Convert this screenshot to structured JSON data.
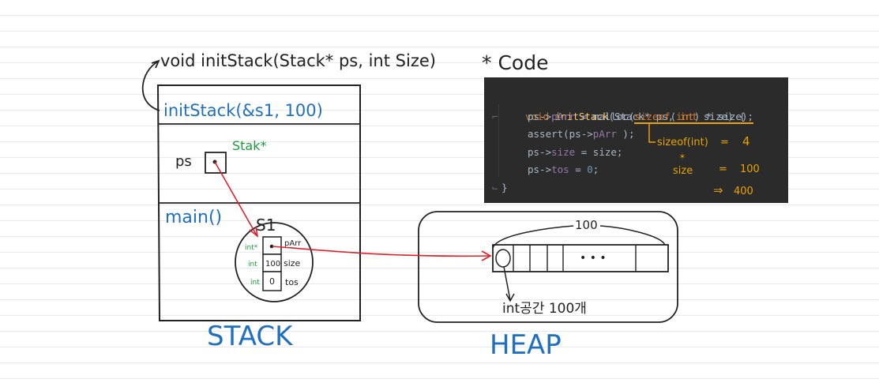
{
  "signature": "void initStack(Stack* ps, int Size)",
  "code_title": "* Code",
  "stack": {
    "frame_call": "initStack(&s1, 100)",
    "ps_label": "ps",
    "ps_type": "Stak*",
    "main_label": "main()",
    "s1_label": "S1",
    "fields": [
      {
        "type": "int*",
        "value": "",
        "name": "pArr"
      },
      {
        "type": "int",
        "value": "100",
        "name": "size"
      },
      {
        "type": "int",
        "value": "0",
        "name": "tos"
      }
    ],
    "caption": "STACK"
  },
  "heap": {
    "count_label": "100",
    "dots": "• • •",
    "note": "int공간 100개",
    "caption": "HEAP"
  },
  "code": {
    "line1_kw": "void",
    "line1_fn": "initStack",
    "line1_rest_a": "(Stack* ps, ",
    "line1_kw2": "int",
    "line1_rest_b": " size) {",
    "line2_a": "ps->",
    "line2_field": "pArr",
    "line2_b": " = malloc(",
    "line2_kw": "sizeof",
    "line2_c": "(",
    "line2_kw2": "int",
    "line2_d": ") * size);",
    "line3_a": "assert(ps->",
    "line3_field": "pArr",
    "line3_b": " );",
    "line4_a": "ps->",
    "line4_field": "size",
    "line4_b": " = size;",
    "line5_a": "ps->",
    "line5_field": "tos",
    "line5_b": " = ",
    "line5_num": "0",
    "line5_c": ";",
    "closing": "}"
  },
  "annotation": {
    "sizeof_label": "sizeof(int)",
    "eq1": "=",
    "val1": "4",
    "star": "*",
    "size_label": "size",
    "eq2": "=",
    "val2": "100",
    "arrow": "⇒",
    "result": "400"
  },
  "colors": {
    "annotation": "#e8a400",
    "arrow": "#e0202a",
    "blue_ink": "#1f6fc2",
    "green_ink": "#1a9c3a"
  }
}
